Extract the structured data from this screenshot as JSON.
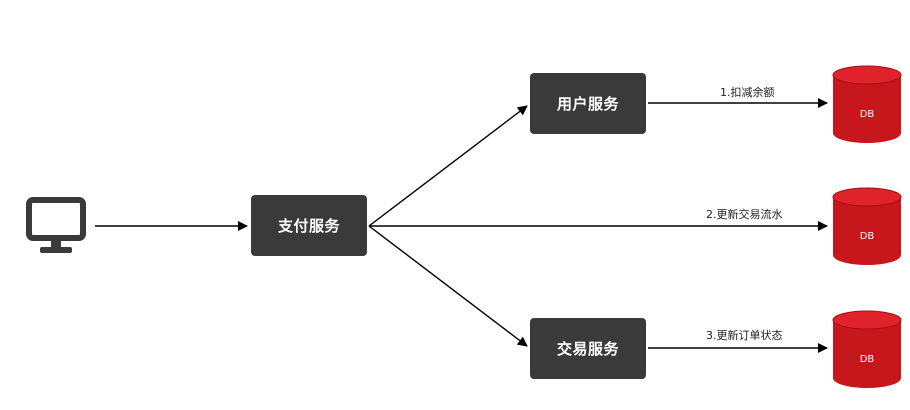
{
  "nodes": {
    "client_icon": "monitor-icon",
    "payment_service": "支付服务",
    "user_service": "用户服务",
    "trade_service": "交易服务"
  },
  "edges": {
    "deduct_balance": "1.扣减余额",
    "update_trade_flow": "2.更新交易流水",
    "update_order_status": "3.更新订单状态"
  },
  "databases": [
    {
      "label": "DB"
    },
    {
      "label": "DB"
    },
    {
      "label": "DB"
    }
  ],
  "colors": {
    "service_box": "#3a3a3a",
    "database": "#c8161d",
    "database_top": "#e0222a",
    "arrow": "#000000",
    "monitor": "#3a3a3a"
  }
}
